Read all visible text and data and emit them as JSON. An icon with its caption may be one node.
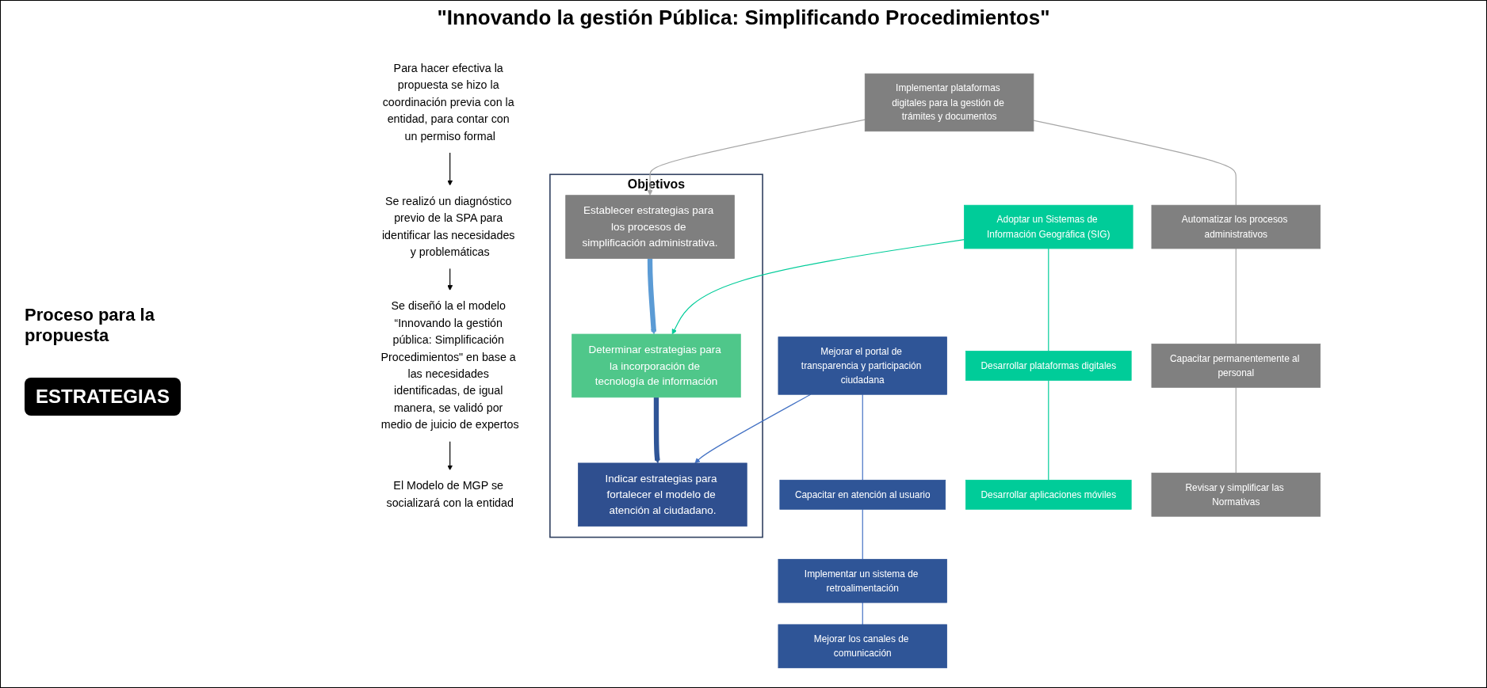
{
  "diagram": {
    "title": "\"Innovando la gestión Pública: Simplificando Procedimientos\"",
    "nodes": [
      {
        "text": [
          "Para hacer efectiva la propuesta se hizo la coordinación previa con la entidad, para contar con un permiso formal"
        ]
      },
      {
        "text": [
          "Se realizó un diagnóstico previo de la SPA para identificar las necesidades y problemáticas"
        ]
      },
      {
        "text": [
          "Se diseñó la el modelo “Innovando la gestión pública: Simplificación Procedimientos\" en base a las necesidades identificadas, de igual manera, se validó por medio de juicio de expertos"
        ]
      },
      {
        "text": [
          "El Modelo de MGP se socializará con la entidad"
        ]
      },
      {
        "text": [
          "Objetivos"
        ]
      },
      {
        "text": [
          "Establecer estrategias para los procesos de simplificación administrativa."
        ],
        "in": 4
      },
      {
        "text": [
          "Determinar estrategias para la incorporación de tecnología de información"
        ],
        "in": 4
      },
      {
        "text": [
          "Indicar estrategias para fortalecer el modelo de atención al ciudadano."
        ],
        "in": 4
      },
      {
        "text": [
          "Implementar plataformas digitales para la gestión de trámites y documentos"
        ]
      },
      {
        "text": [
          "Automatizar los procesos administrativos"
        ]
      },
      {
        "text": [
          "Capacitar permanentemente al personal"
        ]
      },
      {
        "text": [
          "Revisar y simplificar las Normativas"
        ]
      },
      {
        "text": [
          "Adoptar un Sistemas de Información Geográfica (SIG)"
        ]
      },
      {
        "text": [
          "Desarrollar plataformas digitales"
        ]
      },
      {
        "text": [
          "Desarrollar aplicaciones móviles"
        ]
      },
      {
        "text": [
          "Mejorar el portal de transparencia y participación ciudadana"
        ]
      },
      {
        "text": [
          "Capacitar en atención al usuario"
        ]
      },
      {
        "text": [
          "Implementar un sistema de retroalimentación"
        ]
      },
      {
        "text": [
          "Mejorar los canales de comunicación"
        ]
      }
    ],
    "edges": [
      {
        "from": 0,
        "to": 1,
        "arrow": "to",
        "color": "#000000"
      },
      {
        "from": 1,
        "to": 2,
        "arrow": "to",
        "color": "#000000"
      },
      {
        "from": 2,
        "to": 3,
        "arrow": "to",
        "color": "#000000"
      },
      {
        "from": 5,
        "to": 6,
        "arrow": "to",
        "style": "thick",
        "color": "#5b9bd5"
      },
      {
        "from": 6,
        "to": 7,
        "arrow": "to",
        "style": "thick",
        "color": "#2f5597"
      },
      {
        "from": 8,
        "to": 5,
        "arrow": "to",
        "color": "#a6a6a6"
      },
      {
        "from": 8,
        "to": 9,
        "arrow": "none",
        "color": "#a6a6a6"
      },
      {
        "from": 9,
        "to": 10,
        "arrow": "none",
        "color": "#a6a6a6"
      },
      {
        "from": 10,
        "to": 11,
        "arrow": "none",
        "color": "#a6a6a6"
      },
      {
        "from": 12,
        "to": 6,
        "arrow": "to",
        "color": "#00cc99"
      },
      {
        "from": 12,
        "to": 13,
        "arrow": "none",
        "color": "#00cc99"
      },
      {
        "from": 13,
        "to": 14,
        "arrow": "none",
        "color": "#00cc99"
      },
      {
        "from": 15,
        "to": 7,
        "arrow": "to",
        "color": "#4472c4"
      },
      {
        "from": 15,
        "to": 16,
        "arrow": "none",
        "color": "#4472c4"
      },
      {
        "from": 16,
        "to": 17,
        "arrow": "none",
        "color": "#4472c4"
      },
      {
        "from": 17,
        "to": 18,
        "arrow": "none",
        "color": "#4472c4"
      }
    ],
    "labels": [
      "Proceso para la propuesta",
      "ESTRATEGIAS"
    ]
  }
}
